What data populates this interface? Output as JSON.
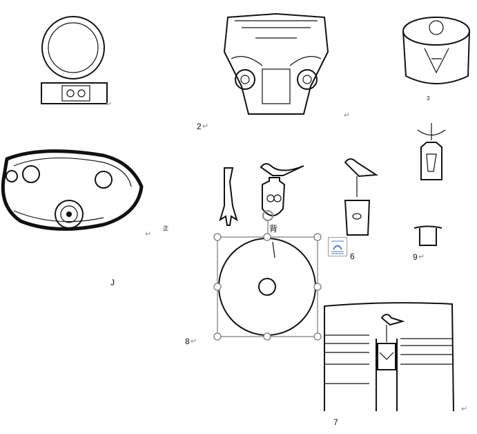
{
  "figures": {
    "fig2": {
      "label": "2"
    },
    "fig3": {
      "label": "3"
    },
    "fig_front": {
      "label": "正"
    },
    "fig_back": {
      "label": "背"
    },
    "fig6": {
      "label": "6"
    },
    "fig7": {
      "label": "7"
    },
    "fig8": {
      "label": "8"
    },
    "fig9": {
      "label": "9"
    },
    "fig_j": {
      "label": "J"
    }
  },
  "paragraph_mark": "↵",
  "layout_options_icon": "layout-options-icon"
}
